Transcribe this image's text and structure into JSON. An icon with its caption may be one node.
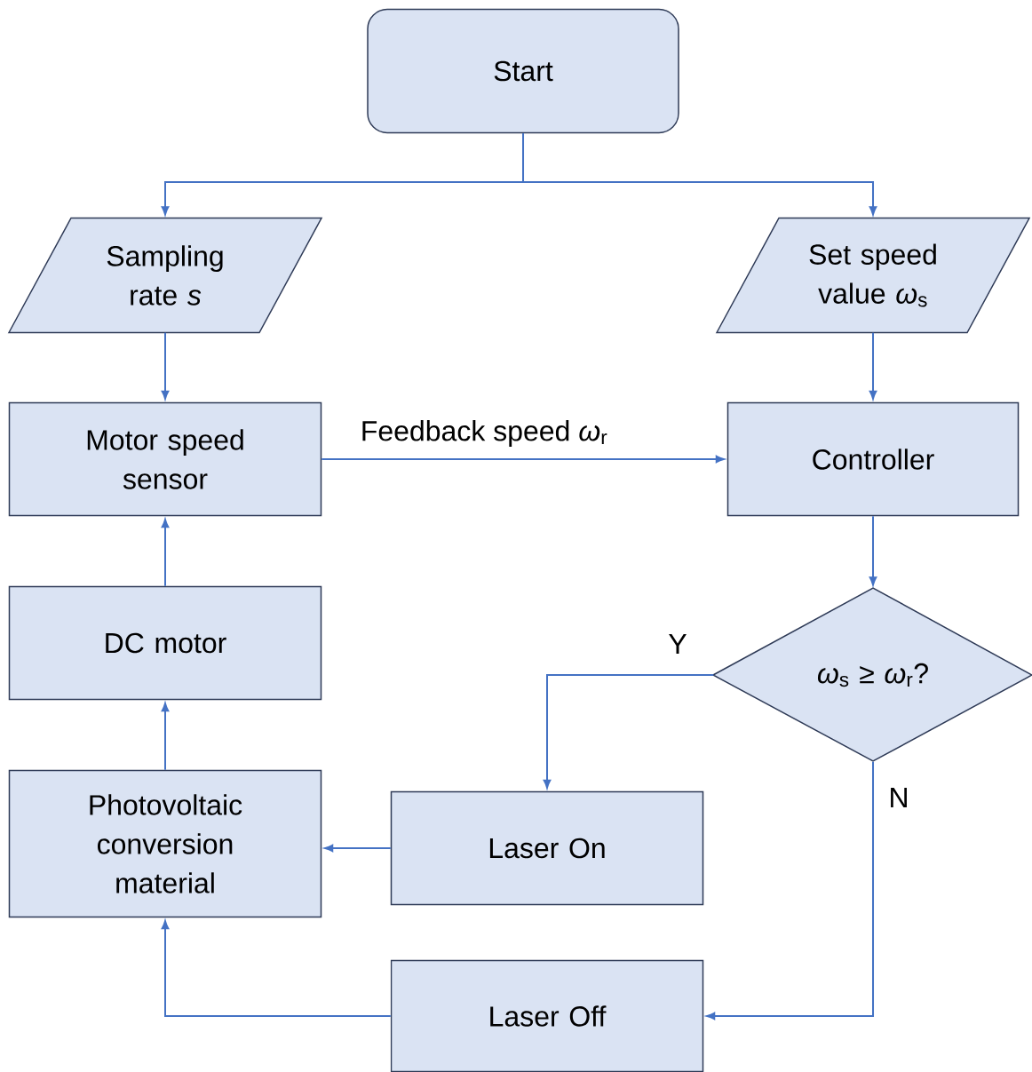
{
  "diagram": {
    "nodes": [
      {
        "text": [
          "Start"
        ]
      },
      {
        "text": [
          "Sampling rate *s*"
        ]
      },
      {
        "text": [
          "Set speed value *ω*$_{s}$"
        ]
      },
      {
        "text": [
          "Motor speed sensor"
        ]
      },
      {
        "text": [
          "Controller"
        ]
      },
      {
        "text": [
          "*ω*$_{s}$ ≥ *ω*$_{r}$?"
        ]
      },
      {
        "text": [
          "DC motor"
        ]
      },
      {
        "text": [
          "Photovoltaic conversion material"
        ]
      },
      {
        "text": [
          "Laser On"
        ]
      },
      {
        "text": [
          "Laser Off"
        ]
      }
    ],
    "edges": [
      {
        "from": 0,
        "to": 1,
        "arrow": "to"
      },
      {
        "from": 0,
        "to": 2,
        "arrow": "to"
      },
      {
        "from": 1,
        "to": 3,
        "arrow": "to"
      },
      {
        "from": 2,
        "to": 4,
        "arrow": "to"
      },
      {
        "from": 3,
        "to": 4,
        "arrow": "to",
        "label": "Feedback speed *ω*$_{r}$"
      },
      {
        "from": 4,
        "to": 5,
        "arrow": "to"
      },
      {
        "from": 5,
        "to": 8,
        "arrow": "to",
        "label": "Y"
      },
      {
        "from": 5,
        "to": 9,
        "arrow": "to",
        "label": "N"
      },
      {
        "from": 8,
        "to": 7,
        "arrow": "to"
      },
      {
        "from": 9,
        "to": 7,
        "arrow": "to"
      },
      {
        "from": 7,
        "to": 6,
        "arrow": "to"
      },
      {
        "from": 6,
        "to": 3,
        "arrow": "to"
      }
    ]
  }
}
